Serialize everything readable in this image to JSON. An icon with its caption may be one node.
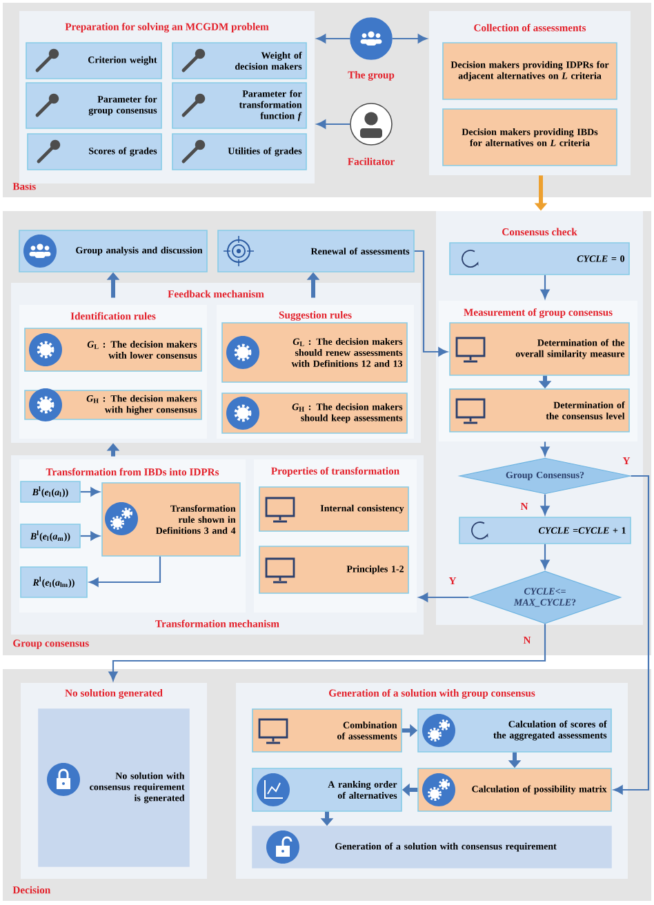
{
  "diagram": {
    "nodes": [
      {
        "text": [
          "Basis"
        ]
      },
      {
        "text": [
          "Preparation for solving an MCGDM problem"
        ],
        "in": 0
      },
      {
        "text": [
          "Criterion weight"
        ],
        "in": 1
      },
      {
        "text": [
          "Weight of decision makers"
        ],
        "in": 1
      },
      {
        "text": [
          "Parameter for group consensus"
        ],
        "in": 1
      },
      {
        "text": [
          "Parameter for transformation function *f*"
        ],
        "in": 1
      },
      {
        "text": [
          "Scores of grades"
        ],
        "in": 1
      },
      {
        "text": [
          "Utilities of grades"
        ],
        "in": 1
      },
      {
        "text": [],
        "shape": "circle",
        "beside": [
          "The group"
        ],
        "in": 0
      },
      {
        "text": [],
        "shape": "circle",
        "beside": [
          "Facilitator"
        ],
        "in": 0
      },
      {
        "text": [
          "Collection of assessments"
        ],
        "in": 0
      },
      {
        "text": [
          "Decision makers providing IDPRs for adjacent alternatives on *L* criteria"
        ],
        "in": 10
      },
      {
        "text": [
          "Decision makers providing IBDs for alternatives on *L* criteria"
        ],
        "in": 10
      },
      {
        "text": [
          "Group consensus"
        ]
      },
      {
        "text": [
          "Group analysis and discussion"
        ],
        "in": 13
      },
      {
        "text": [
          "Renewal of assessments"
        ],
        "in": 13
      },
      {
        "text": [
          "Feedback mechanism"
        ],
        "in": 13
      },
      {
        "text": [
          "Identification rules"
        ],
        "in": 16
      },
      {
        "text": [
          "*G*$_{L}$ : The decision makers with lower consensus"
        ],
        "in": 17
      },
      {
        "text": [
          "*G*$_{H}$ : The decision makers with higher consensus"
        ],
        "in": 17
      },
      {
        "text": [
          "Suggestion rules"
        ],
        "in": 16
      },
      {
        "text": [
          "*G*$_{L}$ : The decision makers should renew assessments with Definitions 12 and 13"
        ],
        "in": 20
      },
      {
        "text": [
          "*G*$_{H}$ : The decision makers should keep assessments"
        ],
        "in": 20
      },
      {
        "text": [
          "Transformation mechanism"
        ],
        "in": 13
      },
      {
        "text": [
          "Transformation from IBDs into IDPRs"
        ],
        "in": 23
      },
      {
        "text": [
          "*B*$^{l}$(*e*$_{l}$(*a*$_{l}$))"
        ],
        "in": 24
      },
      {
        "text": [
          "*B*$^{l}$(*e*$_{l}$(*a*$_{m}$))"
        ],
        "in": 24
      },
      {
        "text": [
          "Transformation rule shown in Definitions 3 and 4"
        ],
        "in": 24
      },
      {
        "text": [
          "*R*$^{l}$(*e*$_{l}$(*a*$_{lm}$))"
        ],
        "in": 24
      },
      {
        "text": [
          "Properties of transformation"
        ],
        "in": 23
      },
      {
        "text": [
          "Internal consistency"
        ],
        "in": 29
      },
      {
        "text": [
          "Principles 1-2"
        ],
        "in": 29
      },
      {
        "text": [
          "Consensus check"
        ],
        "in": 13
      },
      {
        "text": [
          "*CYCLE* = 0"
        ],
        "in": 32
      },
      {
        "text": [
          "Measurement of group consensus"
        ],
        "in": 32
      },
      {
        "text": [
          "Determination of the overall similarity measure"
        ],
        "in": 34
      },
      {
        "text": [
          "Determination of the consensus level"
        ],
        "in": 34
      },
      {
        "text": [
          "Group Consensus?"
        ],
        "in": 32
      },
      {
        "text": [
          "*CYCLE* =*CYCLE* + 1"
        ],
        "in": 32
      },
      {
        "text": [
          "*CYCLE*<= *MAX_CYCLE*?"
        ],
        "in": 32
      },
      {
        "text": [
          "Decision"
        ]
      },
      {
        "text": [
          "No solution generated"
        ],
        "in": 40
      },
      {
        "text": [
          "No solution with consensus requirement is generated"
        ],
        "in": 41
      },
      {
        "text": [
          "Generation of a solution with group consensus"
        ],
        "in": 40
      },
      {
        "text": [
          "Combination of assessments"
        ],
        "in": 43
      },
      {
        "text": [
          "Calculation of scores of the aggregated assessments"
        ],
        "in": 43
      },
      {
        "text": [
          "A ranking order of alternatives"
        ],
        "in": 43
      },
      {
        "text": [
          "Calculation of possibility matrix"
        ],
        "in": 43
      },
      {
        "text": [
          "Generation of a solution with consensus requirement"
        ],
        "in": 43
      }
    ],
    "edges": [
      {
        "from": 8,
        "to": 1,
        "arrow": "to"
      },
      {
        "from": 8,
        "to": 10,
        "arrow": "to"
      },
      {
        "from": 9,
        "to": 1,
        "arrow": "to"
      },
      {
        "from": 10,
        "to": 32,
        "arrow": "to",
        "style": "thick",
        "color": "#eda02f"
      },
      {
        "from": 16,
        "to": 14,
        "arrow": "to",
        "style": "thick"
      },
      {
        "from": 16,
        "to": 15,
        "arrow": "to",
        "style": "thick"
      },
      {
        "from": 15,
        "to": 35,
        "arrow": "to"
      },
      {
        "from": 23,
        "to": 16,
        "arrow": "to",
        "style": "thick"
      },
      {
        "from": 25,
        "to": 27,
        "arrow": "to"
      },
      {
        "from": 26,
        "to": 27,
        "arrow": "to"
      },
      {
        "from": 27,
        "to": 28,
        "arrow": "to"
      },
      {
        "from": 33,
        "to": 34,
        "arrow": "to"
      },
      {
        "from": 35,
        "to": 36,
        "arrow": "to",
        "style": "thick"
      },
      {
        "from": 34,
        "to": 37,
        "arrow": "to"
      },
      {
        "from": 37,
        "to": 38,
        "arrow": "to",
        "label": "N"
      },
      {
        "from": 37,
        "to": 47,
        "arrow": "to",
        "label": "Y"
      },
      {
        "from": 38,
        "to": 39,
        "arrow": "to"
      },
      {
        "from": 39,
        "to": 29,
        "arrow": "to",
        "label": "Y"
      },
      {
        "from": 39,
        "to": 41,
        "arrow": "to",
        "label": "N"
      },
      {
        "from": 44,
        "to": 45,
        "arrow": "to",
        "style": "thick"
      },
      {
        "from": 45,
        "to": 47,
        "arrow": "to",
        "style": "thick"
      },
      {
        "from": 47,
        "to": 46,
        "arrow": "to",
        "style": "thick"
      },
      {
        "from": 46,
        "to": 48,
        "arrow": "to",
        "style": "thick"
      }
    ]
  }
}
